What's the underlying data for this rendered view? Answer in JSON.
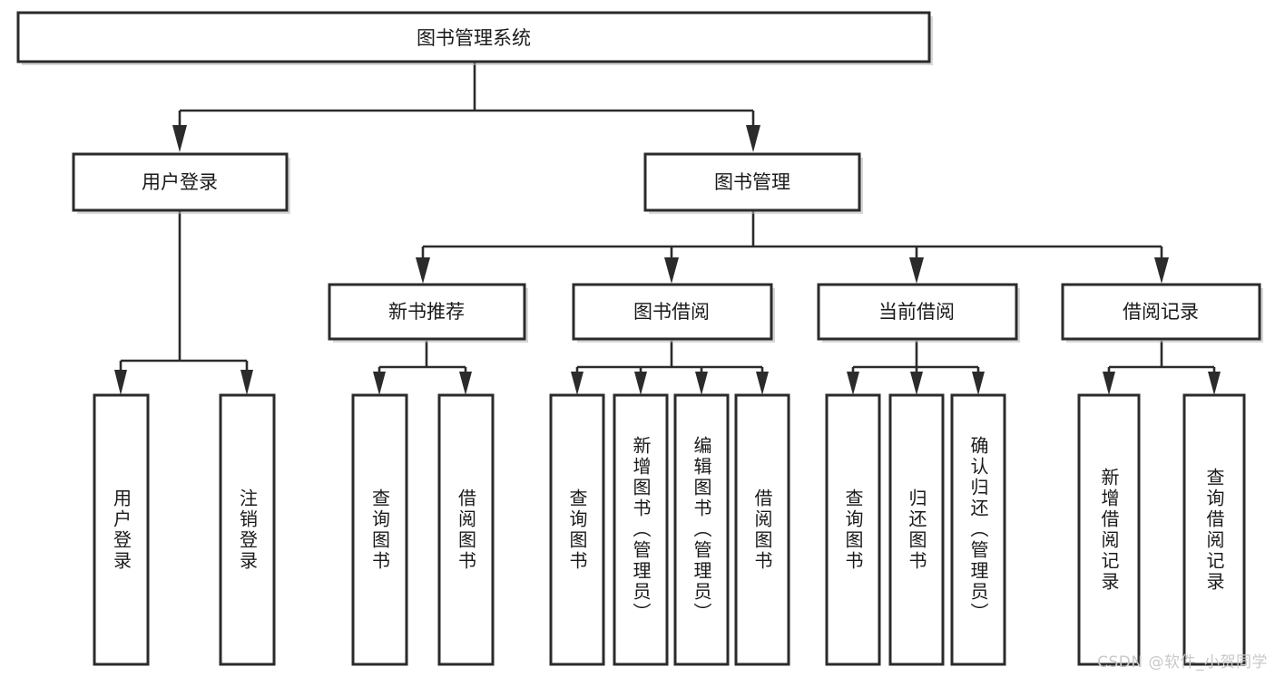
{
  "diagram": {
    "title": "图书管理系统",
    "type": "tree-hierarchy-diagram",
    "colors": {
      "box_stroke": "#2b2b2b",
      "box_fill": "#ffffff",
      "edge": "#2b2b2b",
      "text": "#1a1a1a",
      "watermark": "#c9c9c9"
    },
    "root": {
      "label": "图书管理系统"
    },
    "level2": [
      {
        "label": "用户登录"
      },
      {
        "label": "图书管理"
      }
    ],
    "level3": [
      {
        "label": "新书推荐"
      },
      {
        "label": "图书借阅"
      },
      {
        "label": "当前借阅"
      },
      {
        "label": "借阅记录"
      }
    ],
    "leaves": {
      "user_login": [
        {
          "label": "用户登录"
        },
        {
          "label": "注销登录"
        }
      ],
      "new_book_recommend": [
        {
          "label": "查询图书"
        },
        {
          "label": "借阅图书"
        }
      ],
      "book_borrow": [
        {
          "label": "查询图书"
        },
        {
          "label": "新增图书（管理员）"
        },
        {
          "label": "编辑图书（管理员）"
        },
        {
          "label": "借阅图书"
        }
      ],
      "current_borrow": [
        {
          "label": "查询图书"
        },
        {
          "label": "归还图书"
        },
        {
          "label": "确认归还（管理员）"
        }
      ],
      "borrow_record": [
        {
          "label": "新增借阅记录"
        },
        {
          "label": "查询借阅记录"
        }
      ]
    }
  },
  "watermark": {
    "text": "CSDN @软件_小贺同学"
  }
}
